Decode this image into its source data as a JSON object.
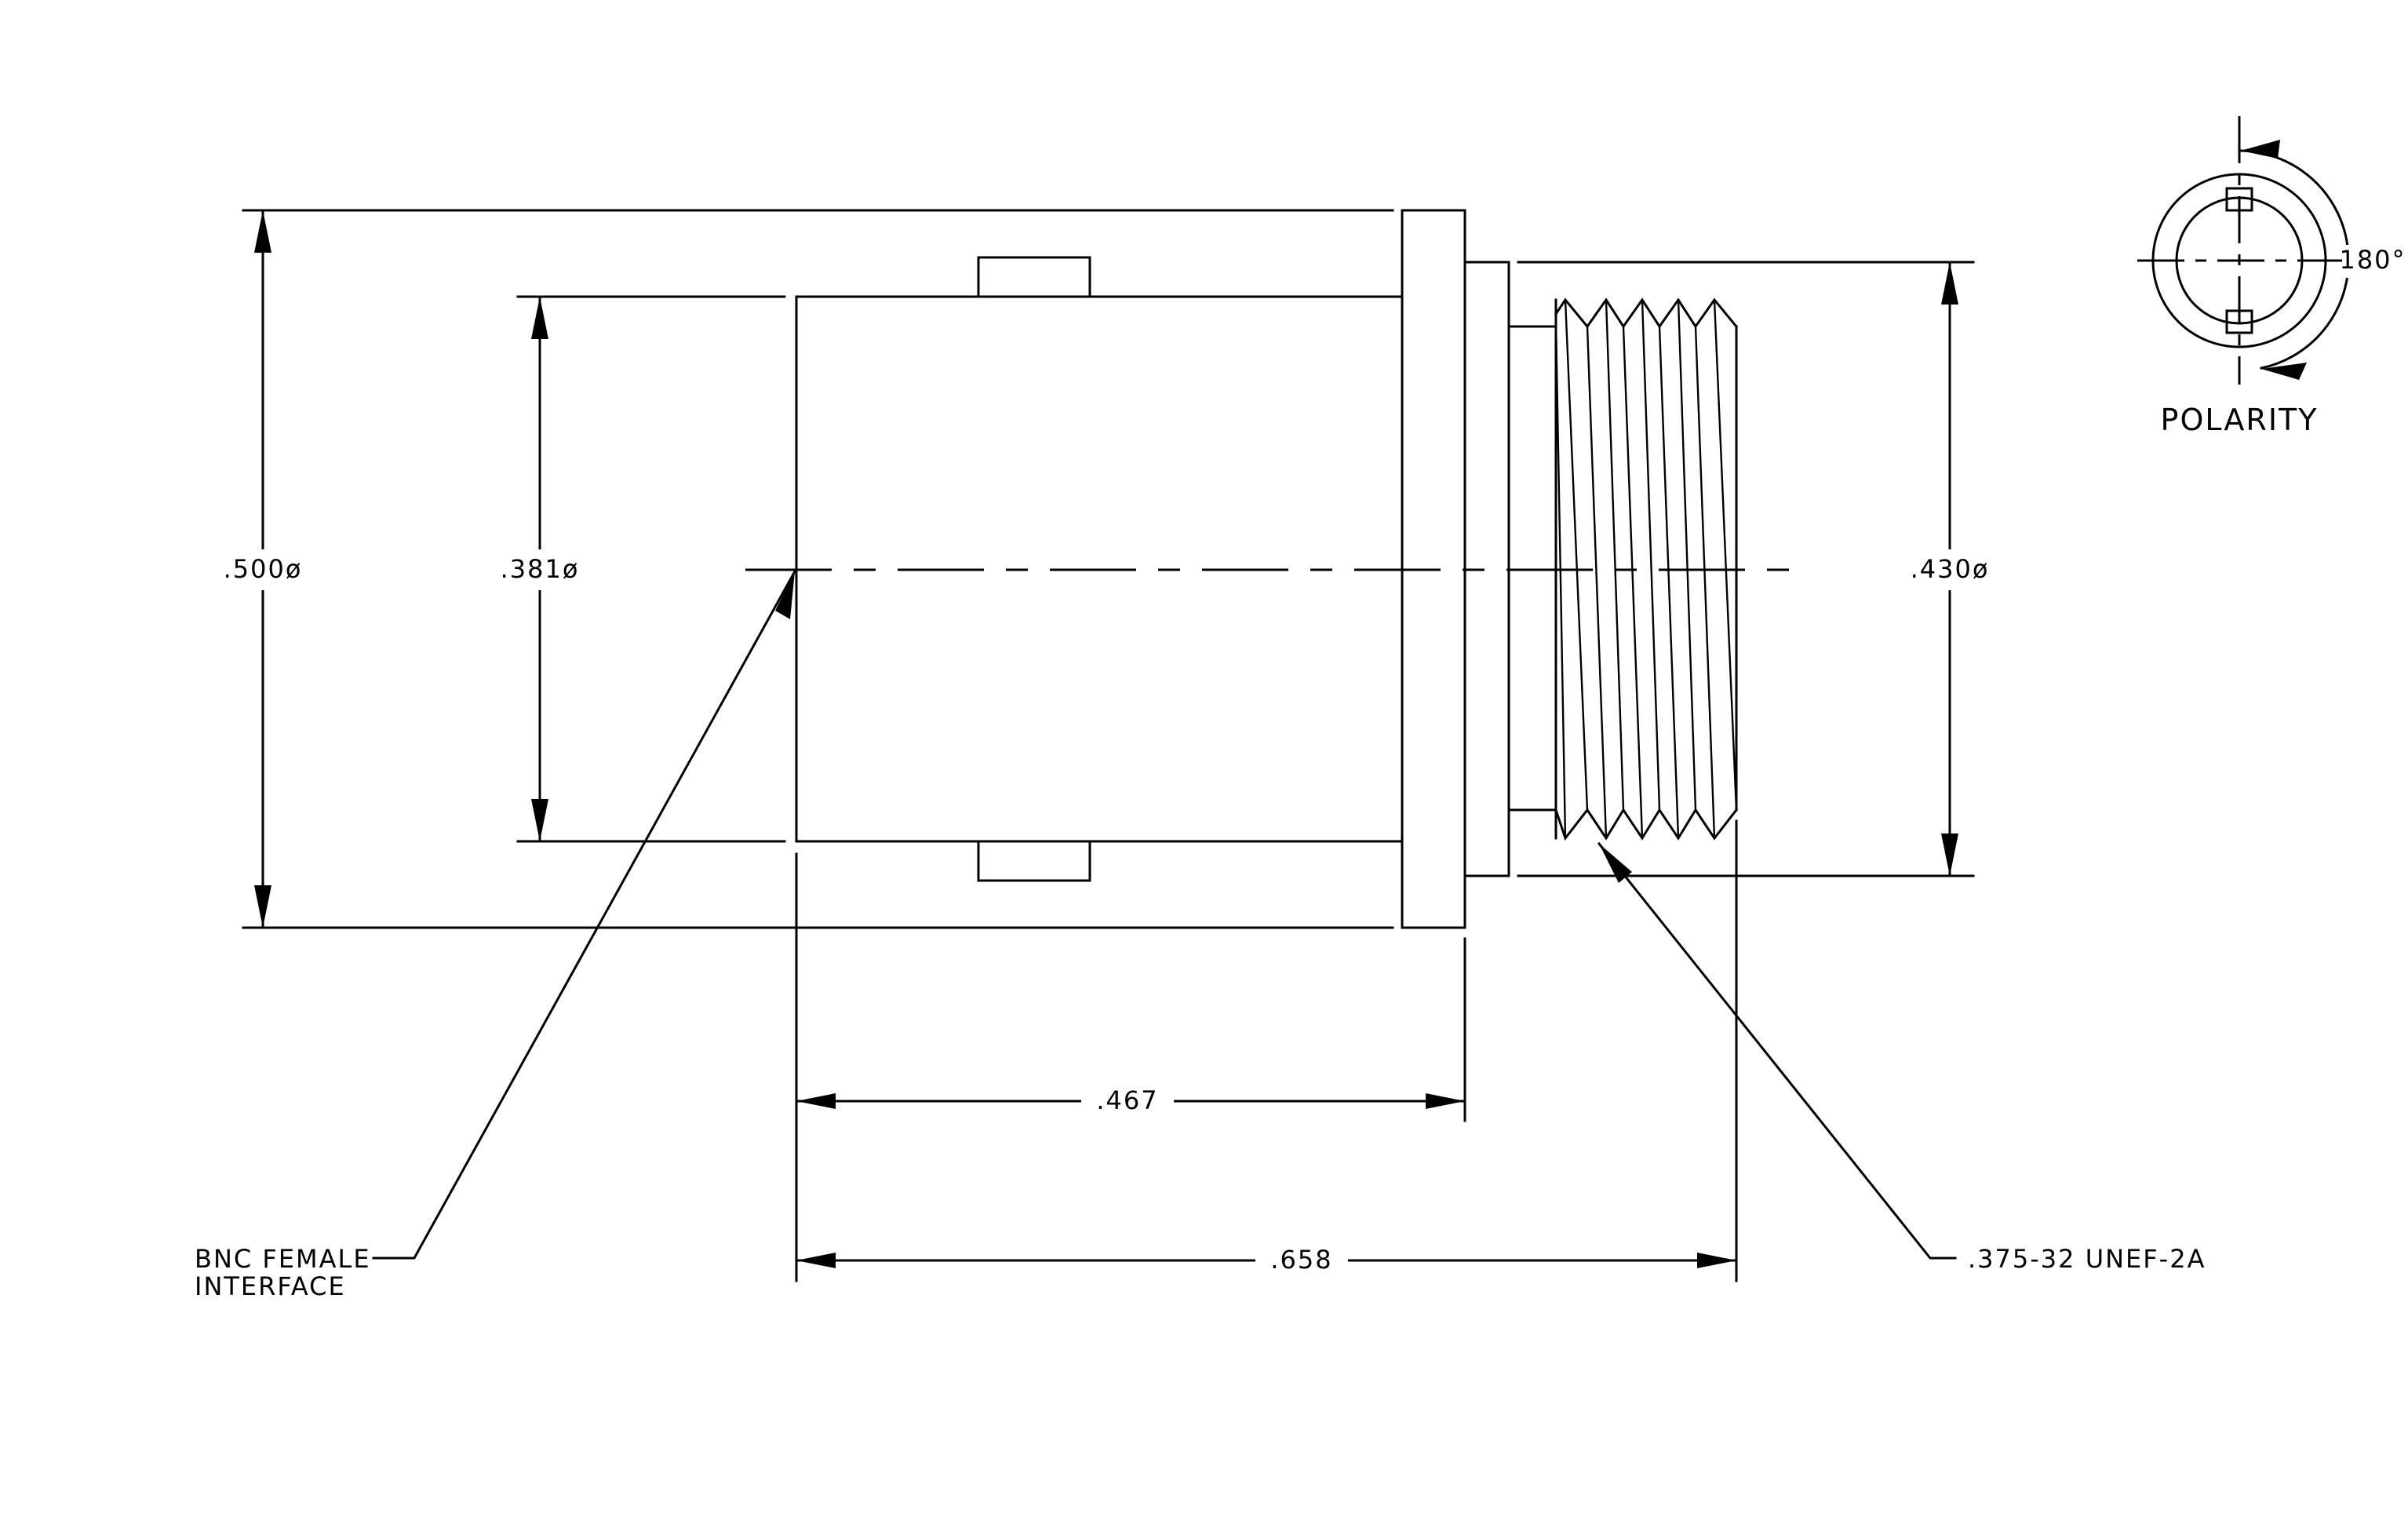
{
  "dimensions": {
    "outer_diameter": ".500ø",
    "body_diameter": ".381ø",
    "thread_diameter": ".430ø",
    "flange_length": ".467",
    "overall_length": ".658"
  },
  "callouts": {
    "interface_line1": "BNC FEMALE",
    "interface_line2": "INTERFACE",
    "thread_spec": ".375-32 UNEF-2A"
  },
  "polarity": {
    "label": "POLARITY",
    "angle": "180°"
  }
}
